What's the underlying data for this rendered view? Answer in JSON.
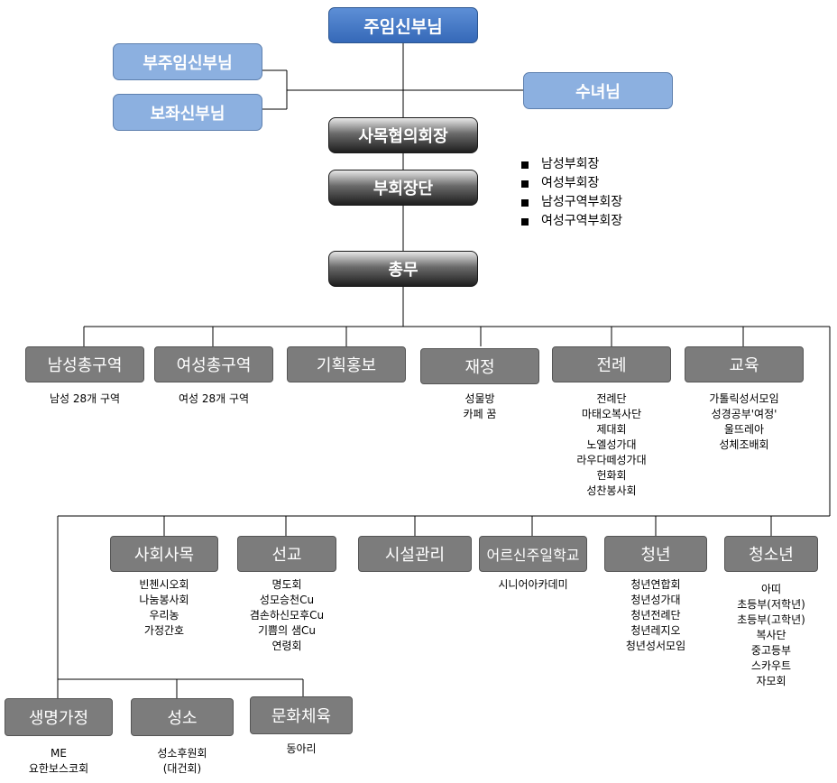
{
  "top": {
    "pastor": "주임신부님",
    "assistant_pastor": "부주임신부님",
    "vice_pastor": "보좌신부님",
    "sister": "수녀님",
    "council_president": "사목협의회장",
    "vice_presidents": "부회장단",
    "general_affairs": "총무"
  },
  "vice_president_list": [
    "남성부회장",
    "여성부회장",
    "남성구역부회장",
    "여성구역부회장"
  ],
  "row1": [
    {
      "label": "남성총구역",
      "items": [
        "남성 28개 구역"
      ]
    },
    {
      "label": "여성총구역",
      "items": [
        "여성 28개 구역"
      ]
    },
    {
      "label": "기획홍보",
      "items": []
    },
    {
      "label": "재정",
      "items": [
        "성물방",
        "카페 꿈"
      ]
    },
    {
      "label": "전례",
      "items": [
        "전례단",
        "마태오복사단",
        "제대회",
        "노엘성가대",
        "라우다떼성가대",
        "헌화회",
        "성찬봉사회"
      ]
    },
    {
      "label": "교육",
      "items": [
        "가톨릭성서모임",
        "성경공부'여정'",
        "울뜨레아",
        "성체조배회"
      ]
    }
  ],
  "row2": [
    {
      "label": "사회사목",
      "items": [
        "빈첸시오회",
        "나눔봉사회",
        "우리농",
        "가정간호"
      ]
    },
    {
      "label": "선교",
      "items": [
        "명도회",
        "성모승천Cu",
        "겸손하신모후Cu",
        "기쁨의 샘Cu",
        "연령회"
      ]
    },
    {
      "label": "시설관리",
      "items": []
    },
    {
      "label": "어르신주일학교",
      "items": [
        "시니어아카데미"
      ]
    },
    {
      "label": "청년",
      "items": [
        "청년연합회",
        "청년성가대",
        "청년전례단",
        "청년레지오",
        "청년성서모임"
      ]
    },
    {
      "label": "청소년",
      "items": [
        "아띠",
        "초등부(저학년)",
        "초등부(고학년)",
        "복사단",
        "중고등부",
        "스카우트",
        "자모회"
      ]
    }
  ],
  "row3": [
    {
      "label": "생명가정",
      "items": [
        "ME",
        "요한보스코회"
      ]
    },
    {
      "label": "성소",
      "items": [
        "성소후원회",
        "(대건회)"
      ]
    },
    {
      "label": "문화체육",
      "items": [
        "동아리"
      ]
    }
  ],
  "colors": {
    "top_blue": "#3f74c4",
    "light_blue": "#8cb0e0",
    "dark_box": "#1e1e1e",
    "gray_box": "#7c7c7c",
    "line": "#000000"
  }
}
